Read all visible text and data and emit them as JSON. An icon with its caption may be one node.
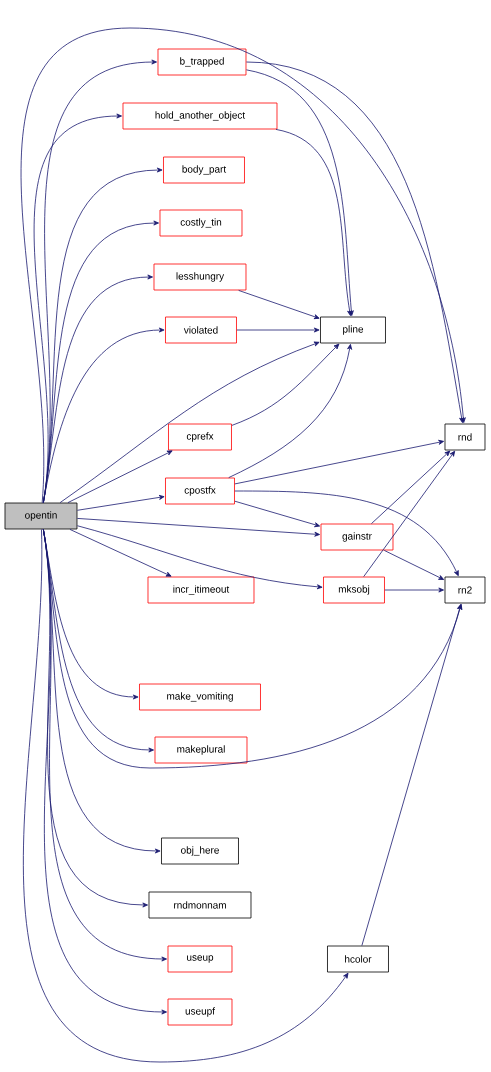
{
  "diagram": {
    "nodes": [
      {
        "text": [
          "opentin"
        ]
      },
      {
        "text": [
          "b_trapped"
        ]
      },
      {
        "text": [
          "hold_another_object"
        ]
      },
      {
        "text": [
          "body_part"
        ]
      },
      {
        "text": [
          "costly_tin"
        ]
      },
      {
        "text": [
          "lesshungry"
        ]
      },
      {
        "text": [
          "violated"
        ]
      },
      {
        "text": [
          "pline"
        ]
      },
      {
        "text": [
          "cprefx"
        ]
      },
      {
        "text": [
          "cpostfx"
        ]
      },
      {
        "text": [
          "rnd"
        ]
      },
      {
        "text": [
          "gainstr"
        ]
      },
      {
        "text": [
          "incr_itimeout"
        ]
      },
      {
        "text": [
          "mksobj"
        ]
      },
      {
        "text": [
          "rn2"
        ]
      },
      {
        "text": [
          "make_vomiting"
        ]
      },
      {
        "text": [
          "makeplural"
        ]
      },
      {
        "text": [
          "obj_here"
        ]
      },
      {
        "text": [
          "rndmonnam"
        ]
      },
      {
        "text": [
          "useup"
        ]
      },
      {
        "text": [
          "useupf"
        ]
      },
      {
        "text": [
          "hcolor"
        ]
      }
    ],
    "edges": [
      {
        "from": 0,
        "to": 1,
        "arrow": "to"
      },
      {
        "from": 0,
        "to": 2,
        "arrow": "to"
      },
      {
        "from": 0,
        "to": 3,
        "arrow": "to"
      },
      {
        "from": 0,
        "to": 4,
        "arrow": "to"
      },
      {
        "from": 0,
        "to": 5,
        "arrow": "to"
      },
      {
        "from": 0,
        "to": 6,
        "arrow": "to"
      },
      {
        "from": 0,
        "to": 7,
        "arrow": "to"
      },
      {
        "from": 0,
        "to": 8,
        "arrow": "to"
      },
      {
        "from": 0,
        "to": 9,
        "arrow": "to"
      },
      {
        "from": 0,
        "to": 10,
        "arrow": "to"
      },
      {
        "from": 0,
        "to": 11,
        "arrow": "to"
      },
      {
        "from": 0,
        "to": 12,
        "arrow": "to"
      },
      {
        "from": 0,
        "to": 13,
        "arrow": "to"
      },
      {
        "from": 0,
        "to": 14,
        "arrow": "to"
      },
      {
        "from": 0,
        "to": 15,
        "arrow": "to"
      },
      {
        "from": 0,
        "to": 16,
        "arrow": "to"
      },
      {
        "from": 0,
        "to": 17,
        "arrow": "to"
      },
      {
        "from": 0,
        "to": 18,
        "arrow": "to"
      },
      {
        "from": 0,
        "to": 19,
        "arrow": "to"
      },
      {
        "from": 0,
        "to": 20,
        "arrow": "to"
      },
      {
        "from": 0,
        "to": 21,
        "arrow": "to"
      },
      {
        "from": 1,
        "to": 7,
        "arrow": "to"
      },
      {
        "from": 1,
        "to": 10,
        "arrow": "to"
      },
      {
        "from": 2,
        "to": 7,
        "arrow": "to"
      },
      {
        "from": 5,
        "to": 7,
        "arrow": "to"
      },
      {
        "from": 6,
        "to": 7,
        "arrow": "to"
      },
      {
        "from": 8,
        "to": 7,
        "arrow": "to"
      },
      {
        "from": 9,
        "to": 7,
        "arrow": "to"
      },
      {
        "from": 9,
        "to": 10,
        "arrow": "to"
      },
      {
        "from": 9,
        "to": 11,
        "arrow": "to"
      },
      {
        "from": 9,
        "to": 14,
        "arrow": "to"
      },
      {
        "from": 11,
        "to": 10,
        "arrow": "to"
      },
      {
        "from": 11,
        "to": 14,
        "arrow": "to"
      },
      {
        "from": 13,
        "to": 10,
        "arrow": "to"
      },
      {
        "from": 13,
        "to": 14,
        "arrow": "to"
      },
      {
        "from": 21,
        "to": 14,
        "arrow": "to"
      }
    ]
  }
}
